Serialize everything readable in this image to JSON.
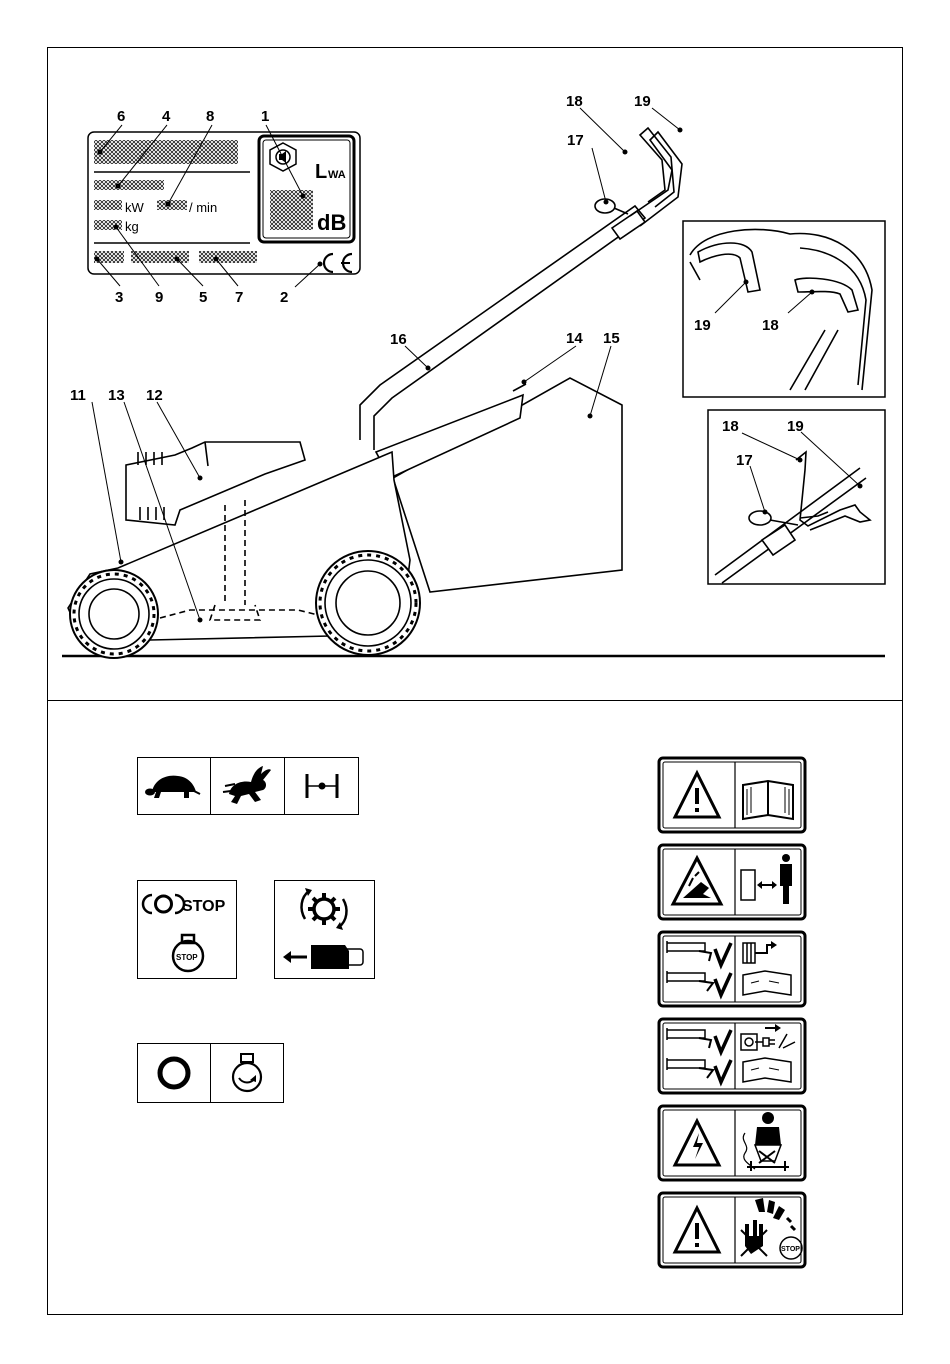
{
  "callouts": {
    "n1": "1",
    "n2": "2",
    "n3": "3",
    "n4": "4",
    "n5": "5",
    "n6": "6",
    "n7": "7",
    "n8": "8",
    "n9": "9",
    "n11": "11",
    "n12": "12",
    "n13": "13",
    "n14": "14",
    "n15": "15",
    "n16": "16",
    "n17": "17",
    "n18": "18",
    "n19": "19",
    "d1_19": "19",
    "d1_18": "18",
    "d2_18": "18",
    "d2_19": "19",
    "d2_17": "17"
  },
  "plate": {
    "lwa_L": "L",
    "lwa_sub": "WA",
    "db": "dB",
    "kw": "kW",
    "per_min": "/ min",
    "kg": "kg",
    "ce": "CE"
  },
  "symbols": {
    "stop_top": "STOP",
    "stop_bottom": "STOP",
    "warn_stop": "STOP"
  },
  "icons": {
    "speed_row": [
      "tortoise-icon",
      "hare-icon",
      "throttle-range-icon"
    ],
    "controls_row": [
      "stop-icon",
      "blade-rotation-icon"
    ],
    "engine_row": [
      "off-icon",
      "engine-start-icon"
    ],
    "warnings": [
      "read-manual",
      "thrown-objects",
      "disconnect-spark-plug",
      "disconnect-power",
      "electric-shock",
      "hands-feet-danger"
    ]
  }
}
